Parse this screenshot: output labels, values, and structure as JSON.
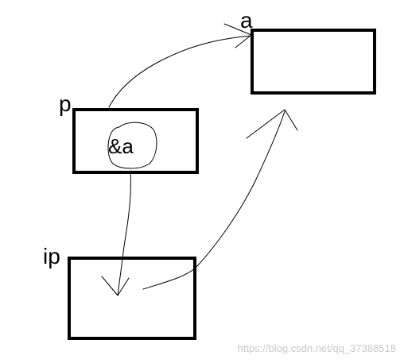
{
  "diagram": {
    "labels": {
      "a": "a",
      "p": "p",
      "ip": "ip",
      "p_value": "&a"
    },
    "watermark": "https://blog.csdn.net/qq_37388518",
    "colors": {
      "ink": "#000000",
      "watermark": "#c8c8c8",
      "background": "#ffffff"
    }
  }
}
